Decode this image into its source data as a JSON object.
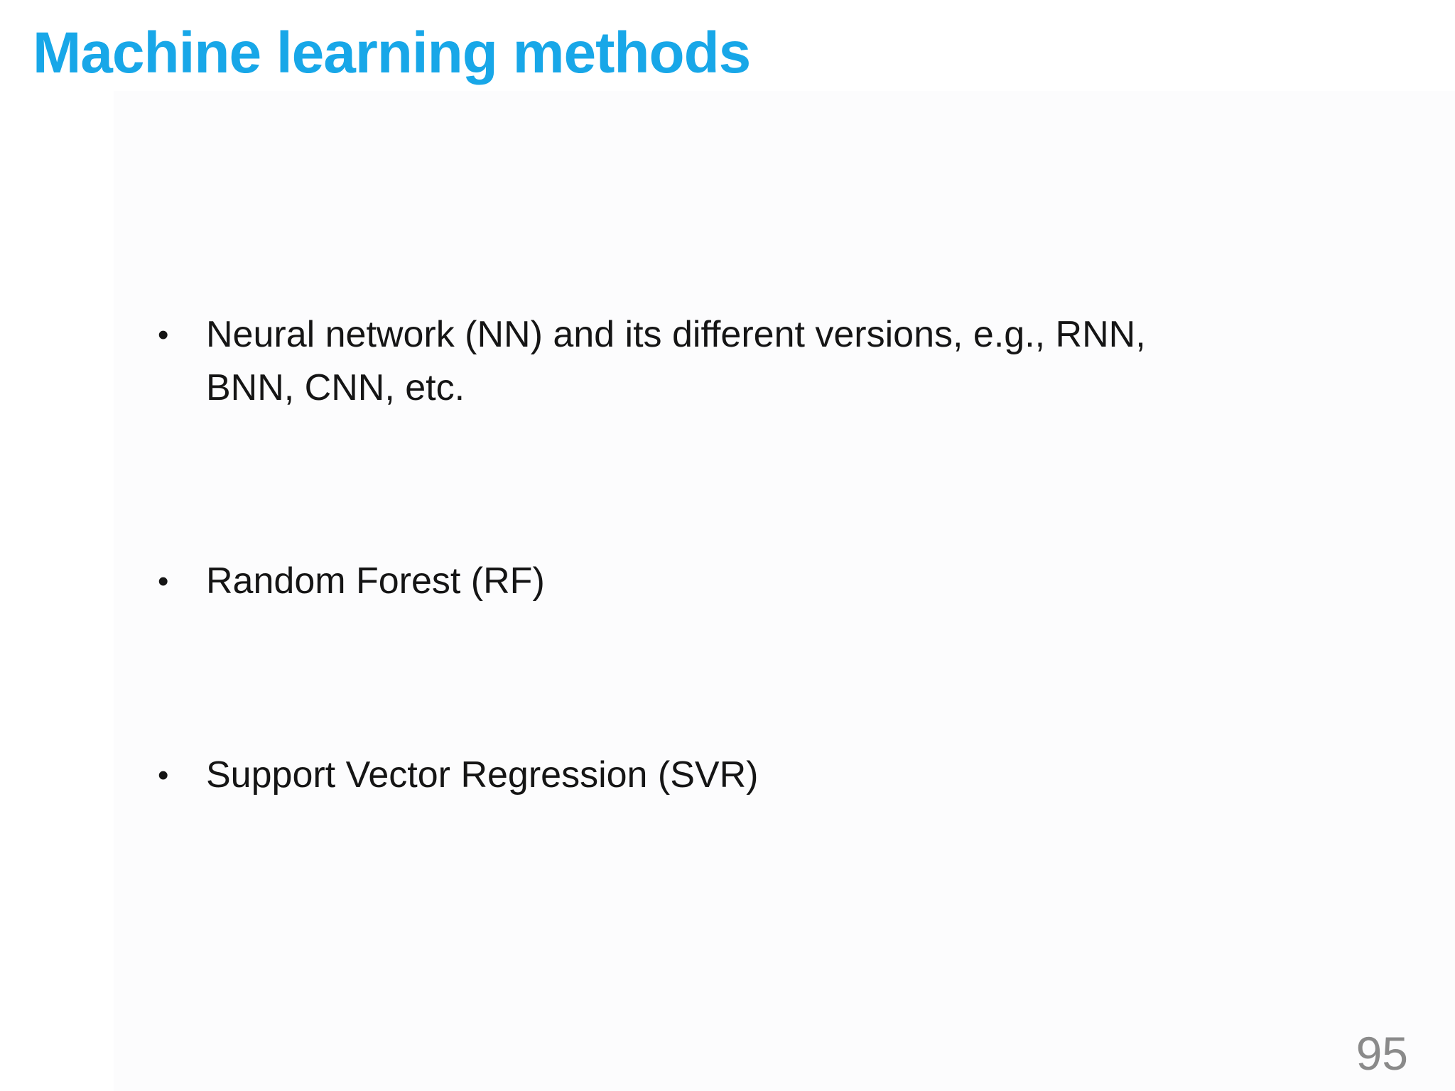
{
  "slide": {
    "title": "Machine learning methods",
    "bullet_glyph": "•",
    "bullets": [
      {
        "lines": [
          "Neural network (NN) and its different versions, e.g., RNN,",
          "BNN, CNN, etc."
        ]
      },
      {
        "lines": [
          "Random Forest (RF)"
        ]
      },
      {
        "lines": [
          "Support Vector Regression (SVR)"
        ]
      }
    ],
    "page_number": "95",
    "colors": {
      "title": "#18A7E8",
      "body": "#151515",
      "page_number": "#8A8A8A"
    }
  }
}
